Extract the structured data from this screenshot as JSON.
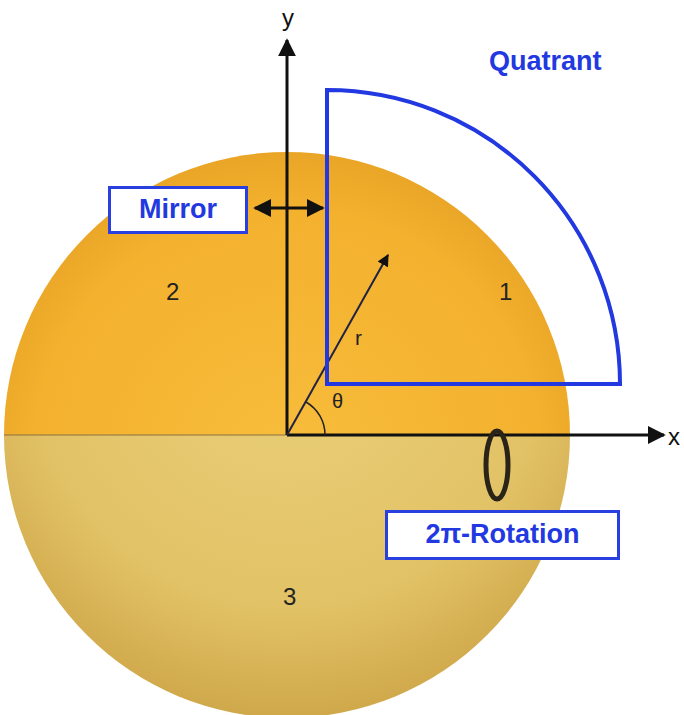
{
  "diagram": {
    "nodes": [
      {
        "text": [
          "Mirror"
        ]
      },
      {
        "text": [
          "2π-Rotation"
        ]
      }
    ],
    "labels": [
      "Quatrant",
      "y",
      "x",
      "2",
      "1",
      "r",
      "θ",
      "3"
    ]
  }
}
